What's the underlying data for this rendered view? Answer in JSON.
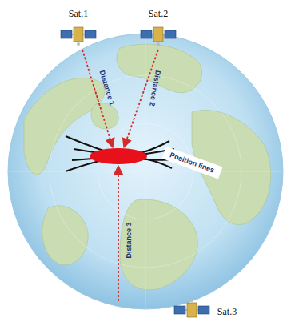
{
  "diagram": {
    "nodes": [
      {
        "text": [
          "Position lines"
        ]
      }
    ],
    "labels": [
      "Sat.1",
      "Sat.2",
      "Distance 1",
      "Distance 2",
      "Distance 3",
      "Sat.3"
    ]
  }
}
